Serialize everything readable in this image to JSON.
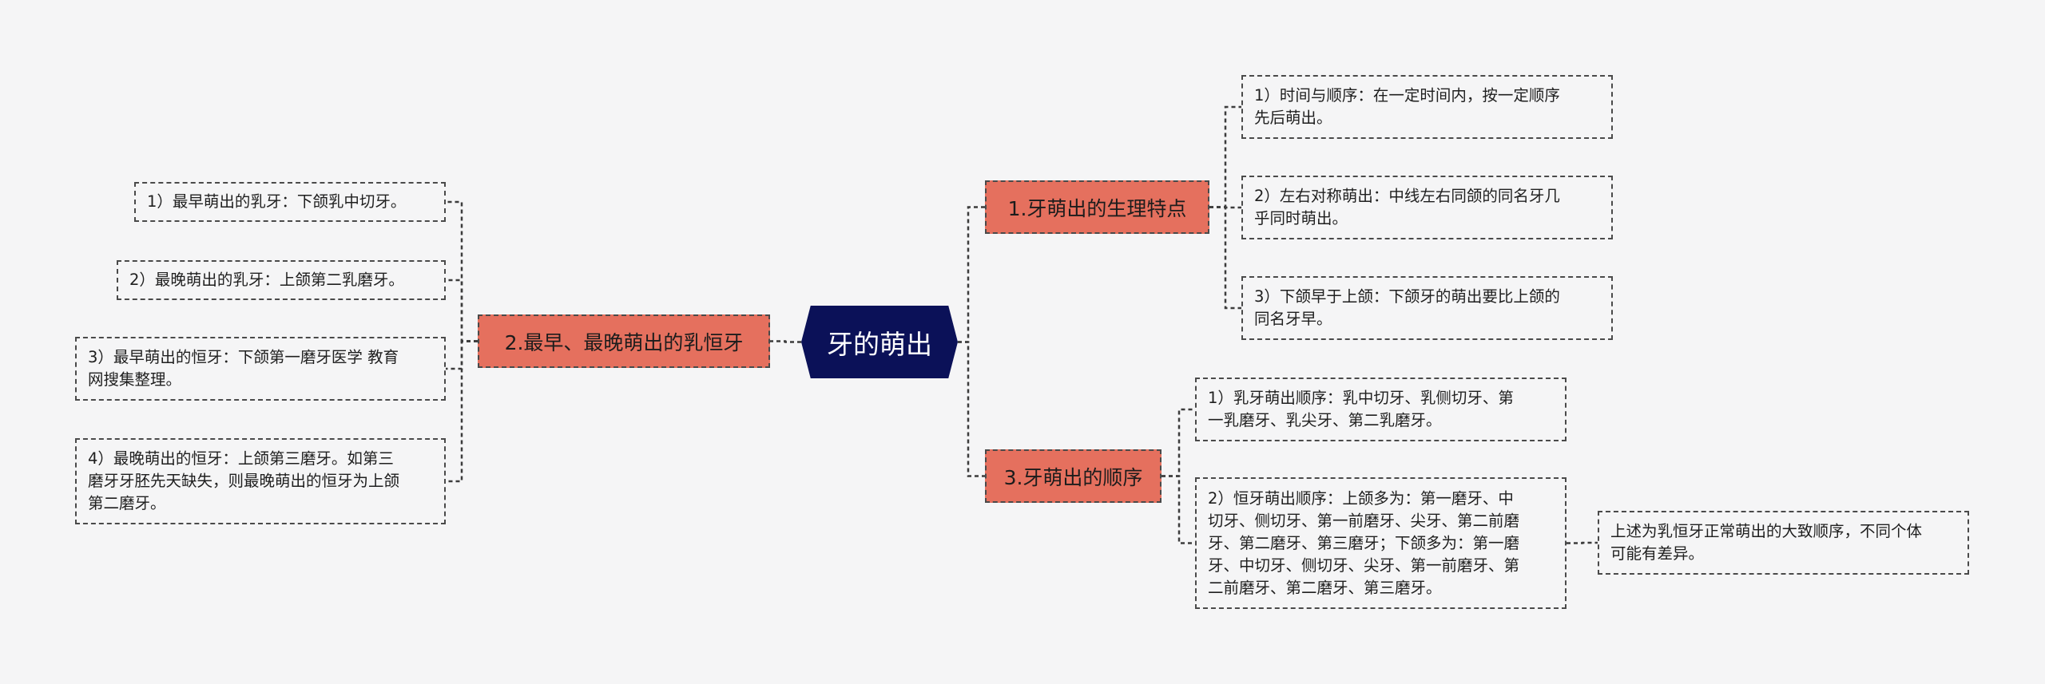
{
  "root": {
    "label": "牙的萌出"
  },
  "branches": [
    {
      "label": "1.牙萌出的生理特点",
      "children": [
        "1）时间与顺序：在一定时间内，按一定顺序\n先后萌出。",
        "2）左右对称萌出：中线左右同颌的同名牙几\n乎同时萌出。",
        "3）下颌早于上颌：下颌牙的萌出要比上颌的\n同名牙早。"
      ]
    },
    {
      "label": "2.最早、最晚萌出的乳恒牙",
      "children": [
        "1）最早萌出的乳牙：下颌乳中切牙。",
        "2）最晚萌出的乳牙：上颌第二乳磨牙。",
        "3）最早萌出的恒牙：下颌第一磨牙医学 教育\n网搜集整理。",
        "4）最晚萌出的恒牙：上颌第三磨牙。如第三\n磨牙牙胚先天缺失，则最晚萌出的恒牙为上颌\n第二磨牙。"
      ]
    },
    {
      "label": "3.牙萌出的顺序",
      "children": [
        "1）乳牙萌出顺序：乳中切牙、乳侧切牙、第\n一乳磨牙、乳尖牙、第二乳磨牙。",
        "2）恒牙萌出顺序：上颌多为：第一磨牙、中\n切牙、侧切牙、第一前磨牙、尖牙、第二前磨\n牙、第二磨牙、第三磨牙；下颌多为：第一磨\n牙、中切牙、侧切牙、尖牙、第一前磨牙、第\n二前磨牙、第二磨牙、第三磨牙。"
      ]
    }
  ],
  "note": "上述为乳恒牙正常萌出的大致顺序，不同个体\n可能有差异。",
  "colors": {
    "root": "#0b1158",
    "branch": "#e5705e",
    "line": "#3c3c3c",
    "background": "#f5f5f6"
  }
}
